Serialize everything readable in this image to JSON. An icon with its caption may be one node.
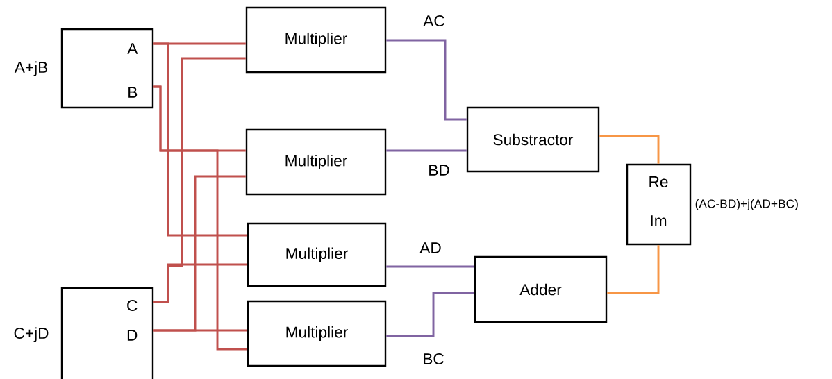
{
  "diagram": {
    "nodes": [
      {
        "text": [
          "A",
          "B"
        ],
        "beside": [
          "A+jB"
        ]
      },
      {
        "text": [
          "C",
          "D"
        ],
        "beside": [
          "C+jD"
        ]
      },
      {
        "text": [
          "Multiplier"
        ]
      },
      {
        "text": [
          "Multiplier"
        ]
      },
      {
        "text": [
          "Multiplier"
        ]
      },
      {
        "text": [
          "Multiplier"
        ]
      },
      {
        "text": [
          "Substractor"
        ]
      },
      {
        "text": [
          "Adder"
        ]
      },
      {
        "text": [
          "Re",
          "Im"
        ],
        "beside": [
          "(AC-BD)+j(AD+BC)"
        ]
      }
    ],
    "edges": [
      {
        "from": 0,
        "to": 2,
        "arrow": "none"
      },
      {
        "from": 0,
        "to": 4,
        "arrow": "none"
      },
      {
        "from": 0,
        "to": 3,
        "arrow": "none"
      },
      {
        "from": 0,
        "to": 5,
        "arrow": "none"
      },
      {
        "from": 1,
        "to": 4,
        "arrow": "none"
      },
      {
        "from": 1,
        "to": 2,
        "arrow": "none"
      },
      {
        "from": 1,
        "to": 5,
        "arrow": "none"
      },
      {
        "from": 1,
        "to": 3,
        "arrow": "none"
      },
      {
        "from": 2,
        "to": 6,
        "arrow": "none",
        "label": "AC",
        "color": "#8064a2"
      },
      {
        "from": 3,
        "to": 6,
        "arrow": "none",
        "label": "BD",
        "color": "#8064a2"
      },
      {
        "from": 4,
        "to": 7,
        "arrow": "none",
        "label": "AD",
        "color": "#8064a2"
      },
      {
        "from": 5,
        "to": 7,
        "arrow": "none",
        "label": "BC",
        "color": "#8064a2"
      },
      {
        "from": 6,
        "to": 8,
        "arrow": "none",
        "color": "#f79646"
      },
      {
        "from": 7,
        "to": 8,
        "arrow": "none",
        "color": "#f79646"
      }
    ]
  }
}
